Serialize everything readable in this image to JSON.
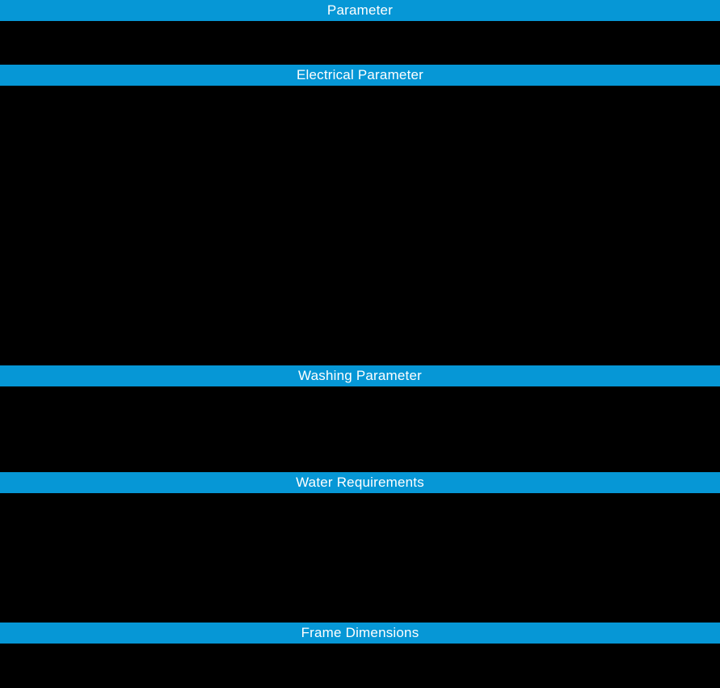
{
  "page": {
    "background_color": "#000000"
  },
  "header_bar": {
    "background_color": "#0697d6",
    "text_color": "#ffffff"
  },
  "sections": [
    {
      "label": "Parameter"
    },
    {
      "label": "Electrical Parameter"
    },
    {
      "label": "Washing Parameter"
    },
    {
      "label": "Water Requirements"
    },
    {
      "label": "Frame Dimensions"
    }
  ]
}
